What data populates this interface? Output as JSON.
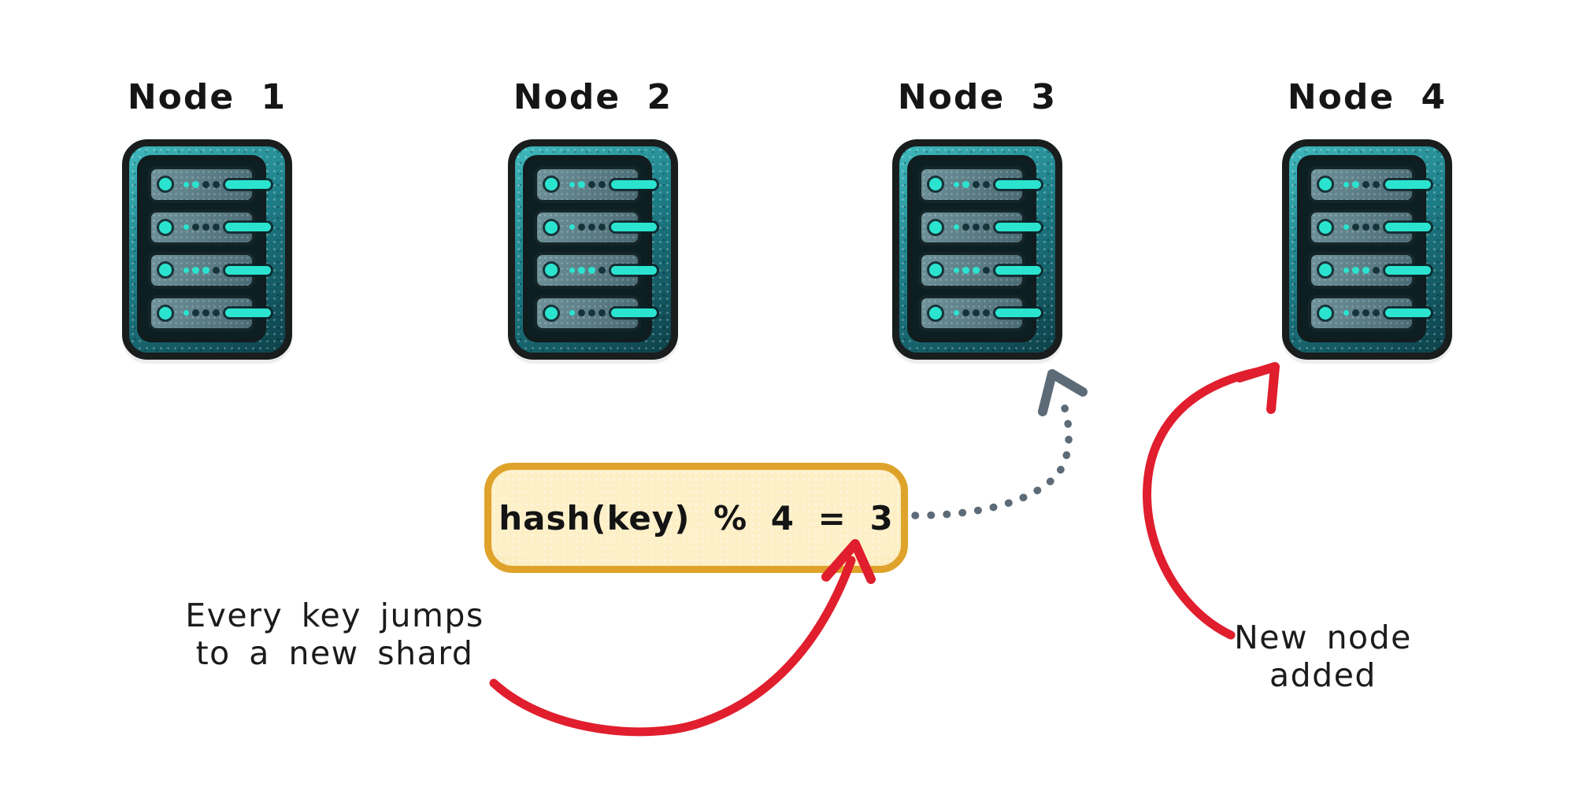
{
  "diagram_title": "Modulo hashing re-sharding diagram",
  "nodes": [
    {
      "label": "Node 1",
      "rows": [
        [
          "t",
          "t",
          "d",
          "d"
        ],
        [
          "t",
          "d",
          "d",
          "d"
        ],
        [
          "t",
          "t",
          "t",
          "d"
        ],
        [
          "t",
          "d",
          "d",
          "d"
        ]
      ]
    },
    {
      "label": "Node 2",
      "rows": [
        [
          "t",
          "t",
          "d",
          "d"
        ],
        [
          "t",
          "d",
          "d",
          "d"
        ],
        [
          "t",
          "t",
          "t",
          "d"
        ],
        [
          "t",
          "d",
          "d",
          "d"
        ]
      ]
    },
    {
      "label": "Node 3",
      "rows": [
        [
          "t",
          "t",
          "d",
          "d"
        ],
        [
          "t",
          "d",
          "d",
          "d"
        ],
        [
          "t",
          "t",
          "t",
          "d"
        ],
        [
          "t",
          "d",
          "d",
          "d"
        ]
      ]
    },
    {
      "label": "Node 4",
      "rows": [
        [
          "t",
          "t",
          "d",
          "d"
        ],
        [
          "t",
          "d",
          "d",
          "d"
        ],
        [
          "t",
          "t",
          "t",
          "d"
        ],
        [
          "t",
          "d",
          "d",
          "d"
        ]
      ]
    }
  ],
  "badge": {
    "text": "hash(key) % 4 = 3"
  },
  "annotations": {
    "every_key_line1": "Every key jumps",
    "every_key_line2": "to a new shard",
    "new_node_line1": "New node",
    "new_node_line2": "added"
  },
  "colors": {
    "teal_bright": "#2BE4CF",
    "teal_band_light": "#3FB9BD",
    "teal_band_dark": "#0D4049",
    "outline_dark": "#191D1E",
    "panel_dark": "#0C2024",
    "slot_light": "#6F929A",
    "slot_dark": "#4A6A73",
    "slot_border": "#152528",
    "dot_dark": "#16333A",
    "badge_border": "#DFA32B",
    "badge_fill_light": "#FDEFC6",
    "badge_fill_dark": "#F5CE77",
    "red": "#E01E2D",
    "gray_arrow": "#5C6B77",
    "text_dark": "#151515"
  }
}
